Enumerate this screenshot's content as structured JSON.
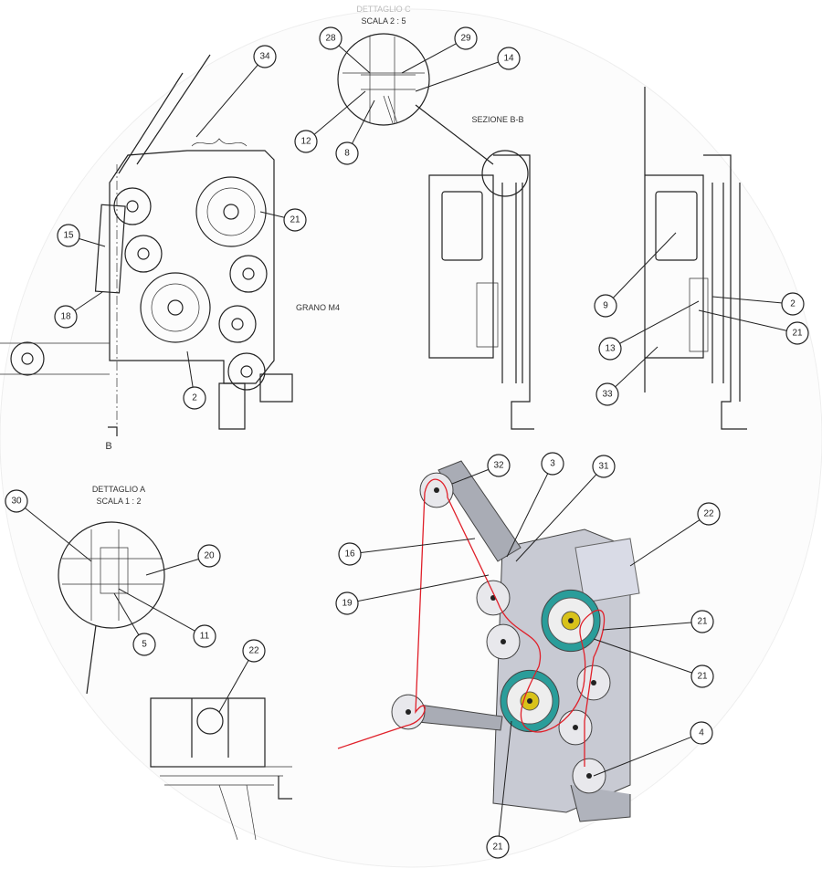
{
  "titles": {
    "detail_c": "DETTAGLIO C",
    "detail_c_scale": "SCALA 2 : 5",
    "section_bb": "SEZIONE B-B",
    "grub_screw": "GRANO M4",
    "section_mark": "B",
    "detail_a": "DETTAGLIO A",
    "detail_a_scale": "SCALA 1 : 2"
  },
  "callouts": [
    "34",
    "21",
    "15",
    "18",
    "2",
    "28",
    "29",
    "14",
    "12",
    "8",
    "9",
    "13",
    "33",
    "2",
    "21",
    "30",
    "20",
    "5",
    "11",
    "22",
    "32",
    "3",
    "31",
    "22",
    "16",
    "19",
    "21",
    "21",
    "4",
    "21"
  ],
  "colors": {
    "wire": "#e0202a",
    "pulley_ring": "#2a9d9a",
    "spiral": "#d8c21a",
    "plate": "#b9bcc6"
  }
}
